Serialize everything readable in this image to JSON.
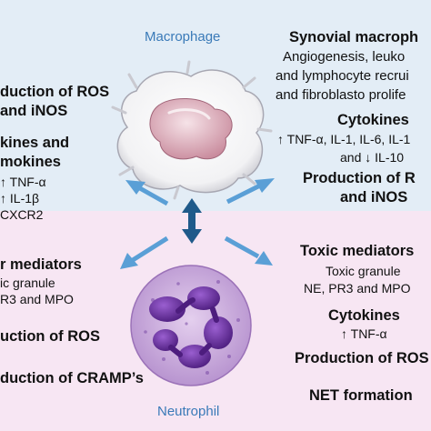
{
  "labels": {
    "macrophage": "Macrophage",
    "neutrophil": "Neutrophil"
  },
  "left_top": [
    "duction of ROS",
    "and iNOS",
    "kines and",
    "mokines",
    "↑ TNF-α",
    "↑ IL-1β",
    "CXCR2"
  ],
  "right_top": [
    "Synovial macroph",
    "Angiogenesis, leuko",
    "and lymphocyte recrui",
    "and fibroblasto prolife",
    "Cytokines",
    "↑ TNF-α, IL-1, IL-6, IL-1",
    "and ↓ IL-10",
    "Production of R",
    "and iNOS"
  ],
  "left_bottom": [
    "r mediators",
    "ic granule",
    "R3 and MPO",
    "uction of ROS",
    "duction of CRAMP’s"
  ],
  "right_bottom": [
    "Toxic mediators",
    "Toxic granule",
    "NE, PR3 and MPO",
    "Cytokines",
    "↑ TNF-α",
    "Production of ROS",
    "NET formation"
  ],
  "colors": {
    "top_band": "#e3edf6",
    "bottom_band": "#f7e6f3",
    "arrow_side": "#5a9fd6",
    "arrow_center": "#1f5a8a",
    "caption": "#3a7ab8",
    "nucleus": "#6a2e9c",
    "neutrophil_cytoplasm": "#c9a8da"
  }
}
